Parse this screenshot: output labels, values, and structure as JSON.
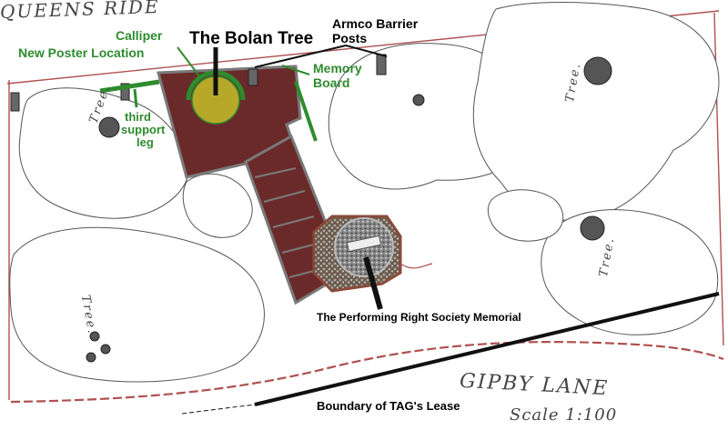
{
  "labels": {
    "street_top": "QUEENS RIDE",
    "street_bottom": "GIPBY LANE",
    "title": "The Bolan Tree",
    "calliper": "Calliper",
    "armco_line1": "Armco Barrier",
    "armco_line2": "Posts",
    "new_poster": "New Poster Location",
    "memory_line1": "Memory",
    "memory_line2": "Board",
    "third_line1": "third",
    "third_line2": "support",
    "third_line3": "leg",
    "memorial": "The Performing Right Society Memorial",
    "boundary": "Boundary of TAG's Lease",
    "scale": "Scale 1:100",
    "tree": "Tree."
  },
  "colors": {
    "path": "#6b2a2a",
    "path_edge": "#7a7a7a",
    "annotation_green": "#2e8b2e",
    "boundary": "#b05050",
    "canopy_outline": "#555555",
    "memorial_ring": "#999999"
  }
}
